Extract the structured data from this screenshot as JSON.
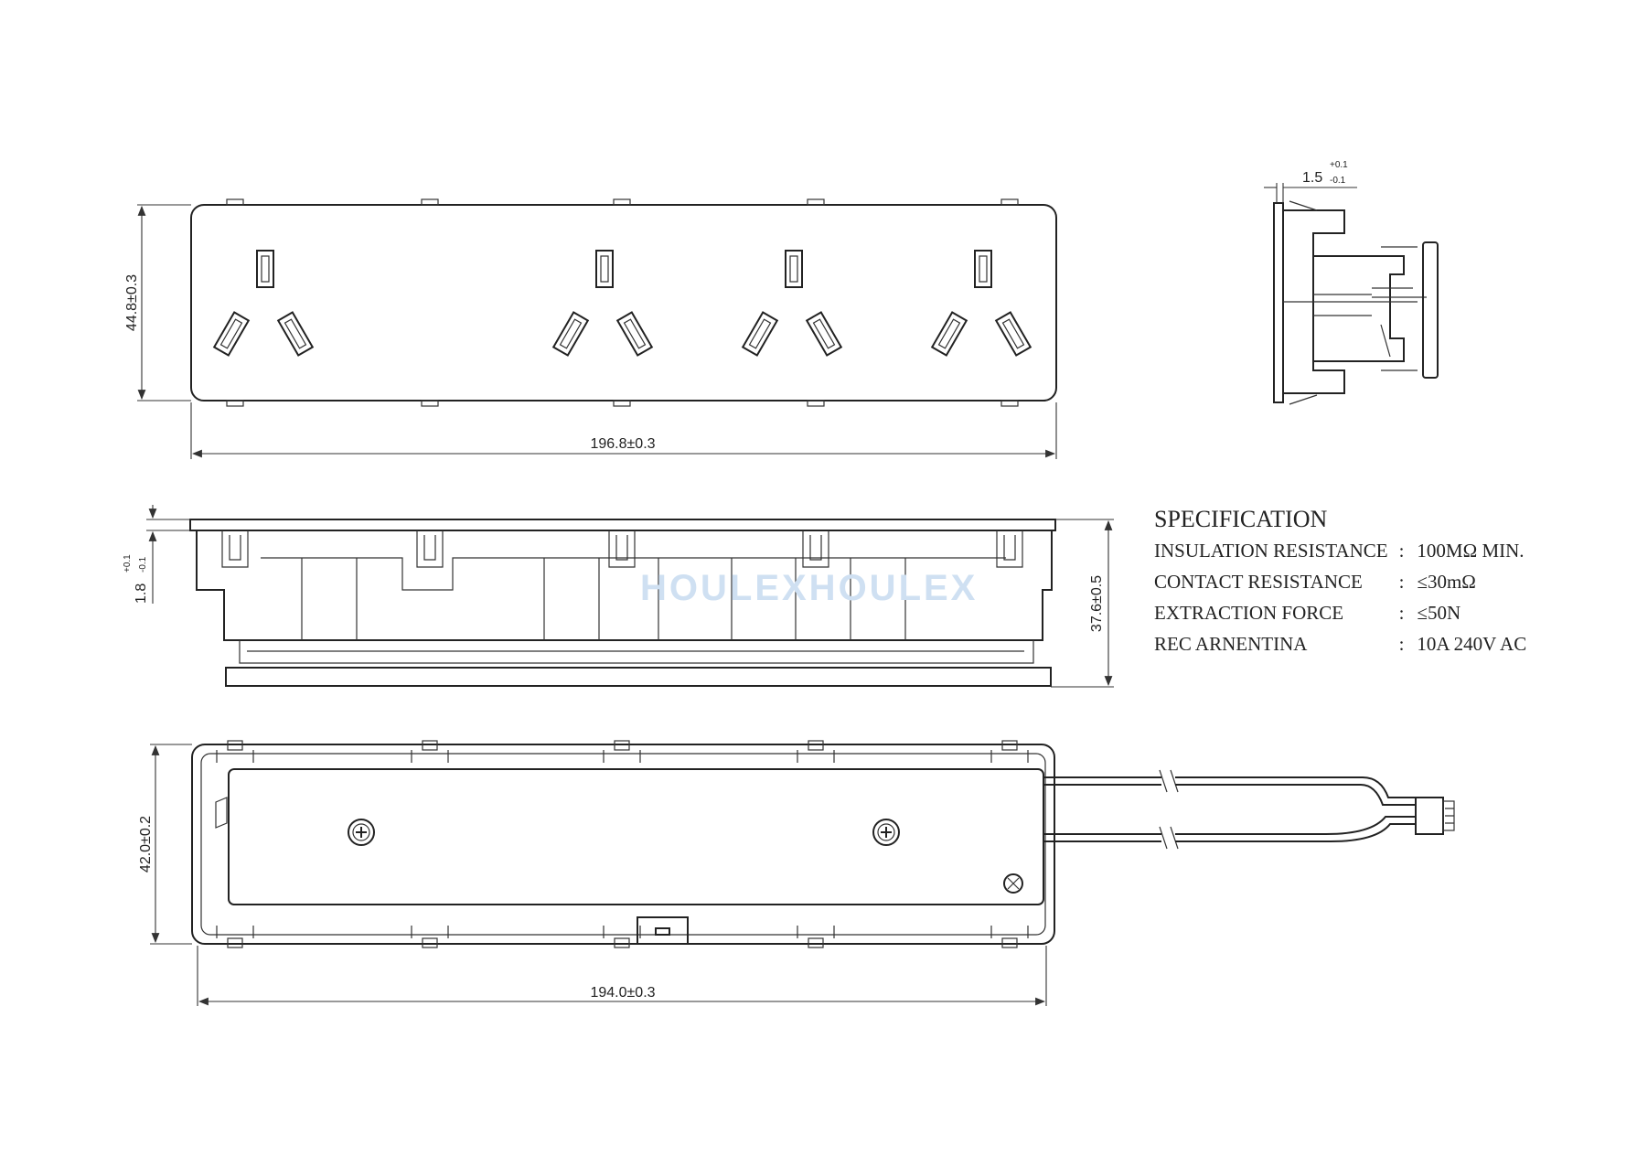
{
  "dimensions": {
    "top_height": "44.8±0.3",
    "top_width": "196.8±0.3",
    "side_depth": "1.5",
    "side_depth_tol_plus": "+0.1",
    "side_depth_tol_minus": "-0.1",
    "flange": "1.8",
    "flange_tol_plus": "+0.1",
    "flange_tol_minus": "-0.1",
    "front_height": "37.6±0.5",
    "bottom_height": "42.0±0.2",
    "bottom_width": "194.0±0.3"
  },
  "watermark": "HOULEXHOULEX",
  "specification": {
    "title": "SPECIFICATION",
    "rows": [
      {
        "label": "INSULATION RESISTANCE",
        "sep": ":",
        "value": "100MΩ  MIN."
      },
      {
        "label": "CONTACT RESISTANCE",
        "sep": ":",
        "value": "≤30mΩ"
      },
      {
        "label": "EXTRACTION FORCE",
        "sep": ":",
        "value": "≤50N"
      },
      {
        "label": "REC  ARNENTINA",
        "sep": ":",
        "value": "10A 240V AC"
      }
    ]
  }
}
